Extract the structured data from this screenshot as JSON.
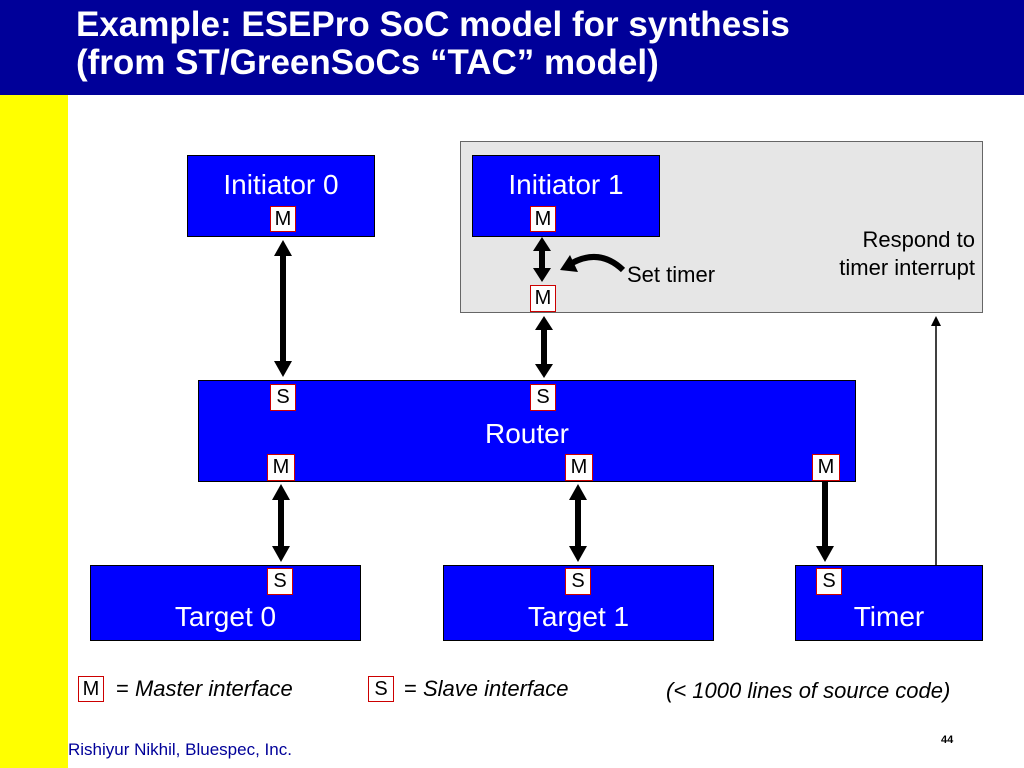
{
  "slide": {
    "title_line1": "Example: ESEPro SoC model for synthesis",
    "title_line2": "(from ST/GreenSoCs “TAC” model)",
    "footer": "Rishiyur Nikhil, Bluespec, Inc.",
    "page_number": "44"
  },
  "diagram": {
    "initiator0": {
      "label": "Initiator 0",
      "port": "M"
    },
    "initiator1": {
      "label": "Initiator 1",
      "port": "M"
    },
    "proxy_port": "M",
    "set_timer": "Set timer",
    "respond_line1": "Respond to",
    "respond_line2": "timer interrupt",
    "router": {
      "label": "Router",
      "s_port_1": "S",
      "s_port_2": "S",
      "m_port_1": "M",
      "m_port_2": "M",
      "m_port_3": "M"
    },
    "target0": {
      "label": "Target 0",
      "port": "S"
    },
    "target1": {
      "label": "Target 1",
      "port": "S"
    },
    "timer": {
      "label": "Timer",
      "port": "S"
    }
  },
  "legend": {
    "m_symbol": "M",
    "m_text": "= ",
    "m_desc": "Master interface",
    "s_symbol": "S",
    "s_text": "= ",
    "s_desc": "Slave interface",
    "code_note": "(< 1000 lines of source code)"
  },
  "colors": {
    "header": "#000099",
    "sidebar": "#ffff00",
    "block": "#0000ff",
    "port_border": "#cc0000",
    "group": "#e6e6e6",
    "footer_text": "#000099"
  }
}
